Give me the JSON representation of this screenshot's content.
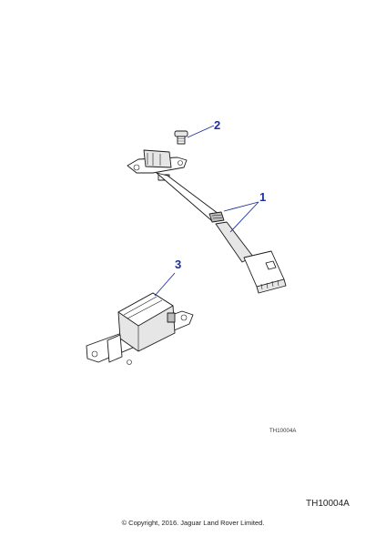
{
  "callouts": [
    {
      "label": "1"
    },
    {
      "label": "2"
    },
    {
      "label": "3"
    }
  ],
  "diagram_ref": "TH10004A",
  "footer": {
    "ref": "TH10004A",
    "copyright": "© Copyright, 2016. Jaguar Land Rover Limited."
  }
}
